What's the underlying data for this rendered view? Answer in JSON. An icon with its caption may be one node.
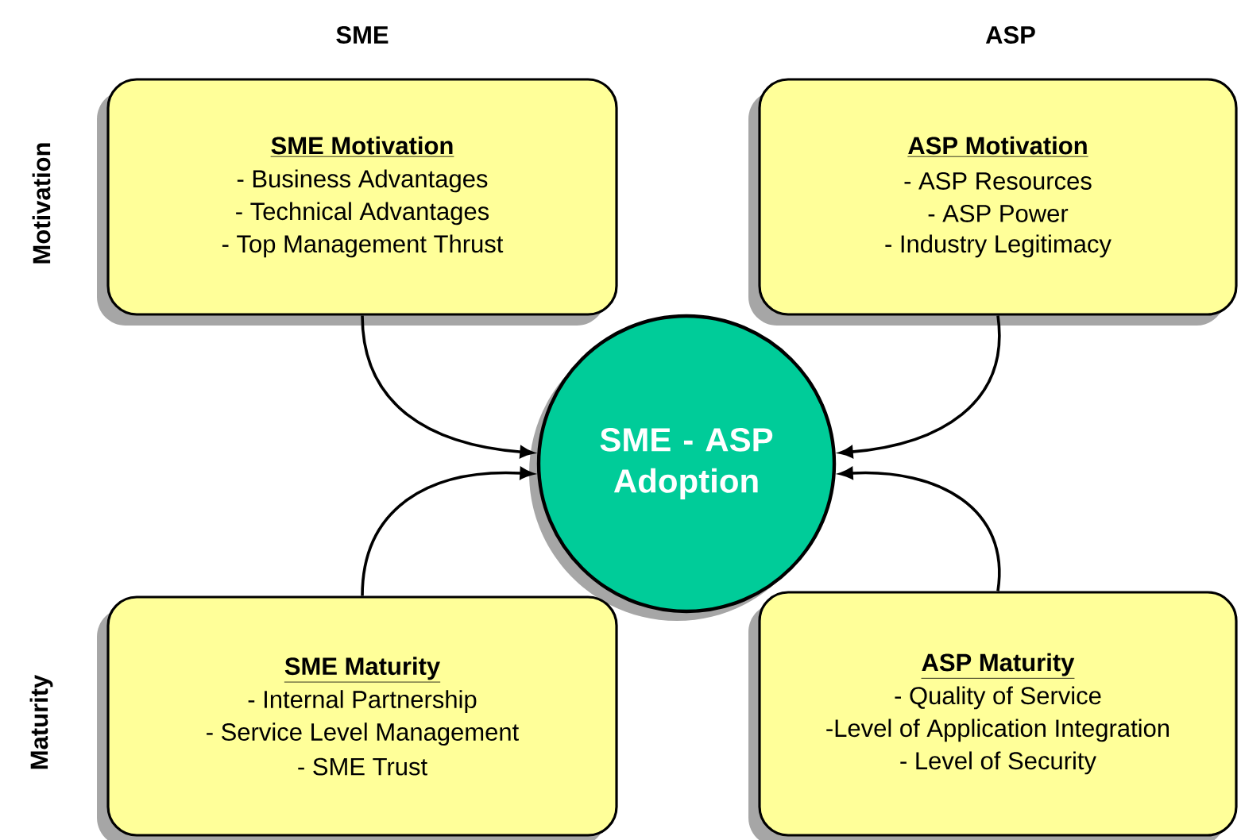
{
  "diagram": {
    "nodes": [
      {
        "text": [
          "SME Motivation",
          "- Business Advantages",
          "- Technical Advantages",
          "- Top Management Thrust"
        ]
      },
      {
        "text": [
          "ASP Motivation",
          "- ASP Resources",
          "- ASP Power",
          "- Industry Legitimacy"
        ]
      },
      {
        "text": [
          "SME - ASP Adoption"
        ]
      },
      {
        "text": [
          "SME Maturity",
          "- Internal Partnership",
          "- Service Level Management",
          "- SME Trust"
        ]
      },
      {
        "text": [
          "ASP Maturity",
          "- Quality of Service",
          "-Level of Application Integration",
          "- Level of Security"
        ]
      }
    ],
    "edges": [
      {
        "from": 0,
        "to": 2,
        "arrow": "to"
      },
      {
        "from": 1,
        "to": 2,
        "arrow": "to"
      },
      {
        "from": 3,
        "to": 2,
        "arrow": "to"
      },
      {
        "from": 4,
        "to": 2,
        "arrow": "to"
      }
    ],
    "labels": [
      "SME",
      "ASP",
      "Motivation",
      "Maturity"
    ]
  }
}
